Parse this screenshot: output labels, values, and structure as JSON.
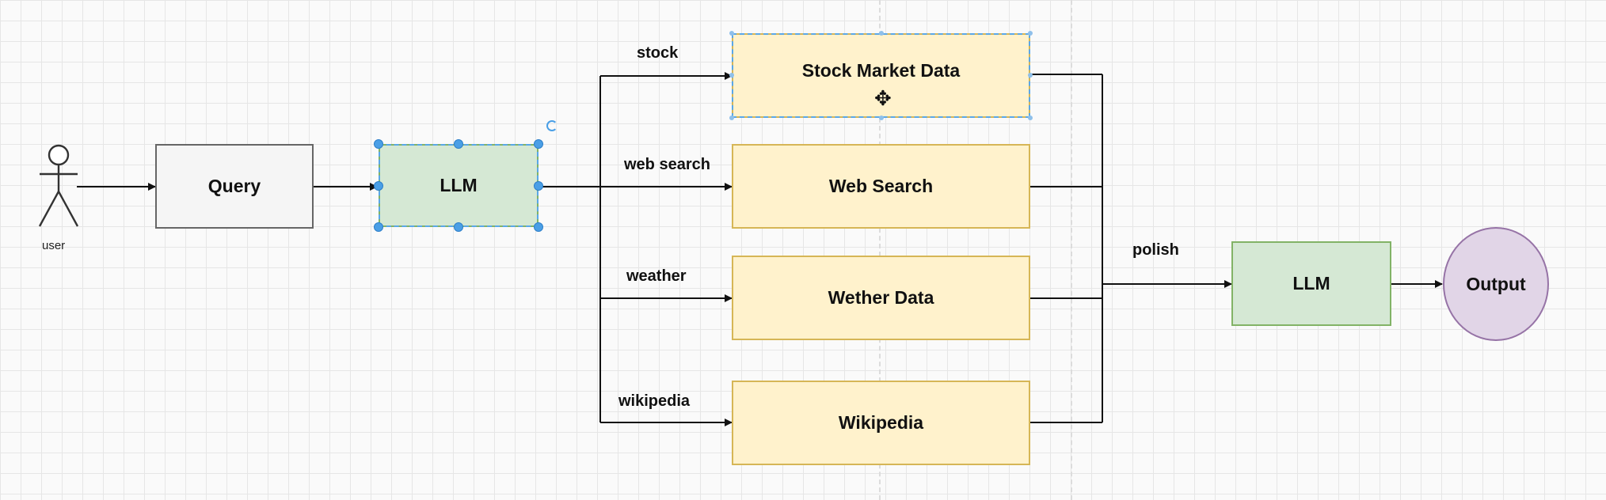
{
  "actor": {
    "label": "user"
  },
  "nodes": {
    "query": "Query",
    "llm_router": "LLM",
    "stock": "Stock Market Data",
    "web_search": "Web Search",
    "weather": "Wether Data",
    "wikipedia": "Wikipedia",
    "llm_polish": "LLM",
    "output": "Output"
  },
  "edge_labels": {
    "stock": "stock",
    "web_search": "web search",
    "weather": "weather",
    "wikipedia": "wikipedia",
    "polish": "polish"
  },
  "icons": {
    "rotate": "rotate-handle-icon",
    "move": "move-cursor-icon",
    "actor": "stick-figure-icon"
  },
  "colors": {
    "query_fill": "#f5f5f5",
    "llm_fill": "#d5e8d4",
    "tool_fill": "#fff2cc",
    "output_fill": "#e1d5e7",
    "selection": "#4a9fe6"
  }
}
